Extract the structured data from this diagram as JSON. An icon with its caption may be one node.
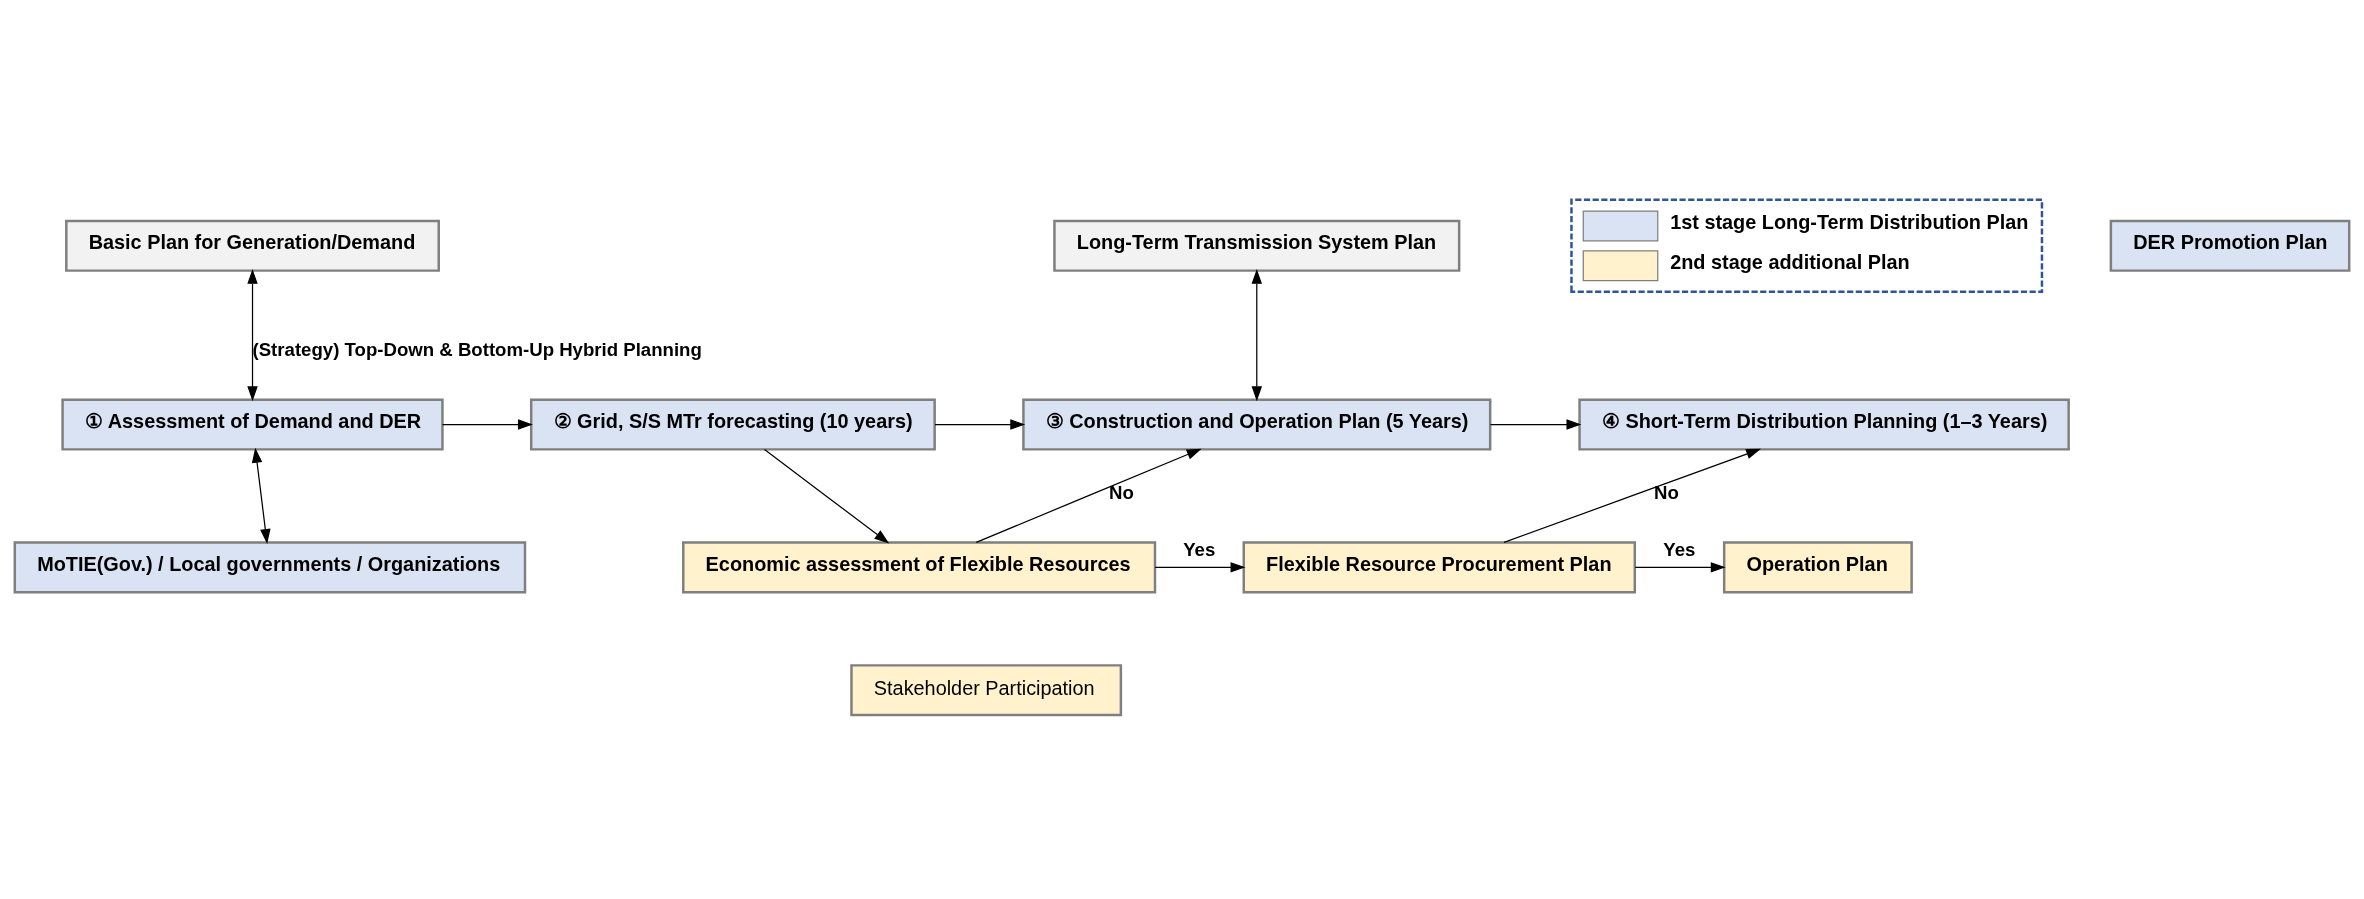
{
  "diagram": {
    "nodes": [
      {
        "text": [
          "Basic Plan for Generation/Demand"
        ]
      },
      {
        "text": [
          "DER Promotion Plan"
        ]
      },
      {
        "text": [
          "Long-Term Transmission System Plan"
        ]
      },
      {
        "text": [
          "① Assessment of Demand and DER"
        ]
      },
      {
        "text": [
          "② Grid, S/S MTr forecasting (10 years)"
        ]
      },
      {
        "text": [
          "③ Construction and Operation Plan (5 Years)"
        ]
      },
      {
        "text": [
          "④ Short-Term Distribution Planning (1–3 Years)"
        ]
      },
      {
        "text": [
          "Economic assessment of Flexible Resources"
        ]
      },
      {
        "text": [
          "Flexible Resource Procurement Plan"
        ]
      },
      {
        "text": [
          "Operation Plan"
        ]
      },
      {
        "text": [
          "MoTIE(Gov.) / Local governments / Organizations"
        ]
      },
      {
        "text": [
          "Stakeholder Participation"
        ]
      }
    ],
    "edges": [
      {
        "from": 0,
        "to": 3,
        "arrow": "both",
        "label": "(Strategy) Top-Down & Bottom-Up Hybrid Planning"
      },
      {
        "from": 2,
        "to": 5,
        "arrow": "both"
      },
      {
        "from": 3,
        "to": 4,
        "arrow": "to"
      },
      {
        "from": 4,
        "to": 5,
        "arrow": "to"
      },
      {
        "from": 5,
        "to": 6,
        "arrow": "to"
      },
      {
        "from": 3,
        "to": 10,
        "arrow": "both"
      },
      {
        "from": 4,
        "to": 7,
        "arrow": "to"
      },
      {
        "from": 7,
        "to": 5,
        "arrow": "to",
        "label": "No"
      },
      {
        "from": 8,
        "to": 6,
        "arrow": "to",
        "label": "No"
      },
      {
        "from": 7,
        "to": 8,
        "arrow": "to",
        "label": "Yes"
      },
      {
        "from": 8,
        "to": 9,
        "arrow": "to",
        "label": "Yes"
      }
    ],
    "legend": [
      {
        "text": "1st stage Long-Term Distribution Plan",
        "color": "#dae3f3"
      },
      {
        "text": "2nd stage additional Plan",
        "color": "#fff2cc"
      }
    ]
  }
}
